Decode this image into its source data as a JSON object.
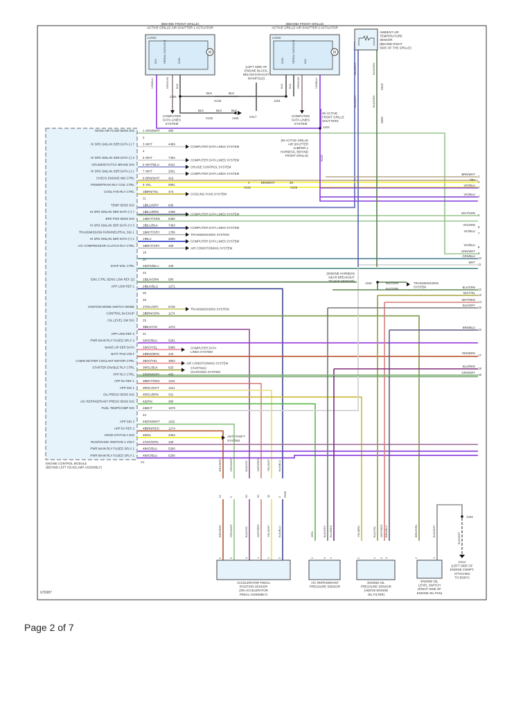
{
  "page": {
    "label": "Page 2 of 7",
    "figure_id": "676987"
  },
  "components": {
    "shutter1": {
      "location": "(BEHIND FRONT GRILLE)",
      "title": "ACTIVE GRILLE AIR SHUTTER 1 ACTUATOR",
      "logic": "LOGIC",
      "pins": [
        "IGN",
        "SERIAL DATA BUS",
        "GND"
      ],
      "motor": "M"
    },
    "shutter2": {
      "location": "(BEHIND FRONT GRILLE)",
      "title": "ACTIVE GRILLE AIR SHUTTER 2 ACTUATOR",
      "logic": "LOGIC",
      "pins": [
        "GND",
        "SERIAL DATA BUS",
        "IGN"
      ],
      "motor": "M"
    },
    "ambient": {
      "lines": [
        "AMBIENT AIR",
        "TEMPERATURE",
        "SENSOR",
        "(BEHIND RIGHT",
        "SIDE OF THE GRILLE)"
      ]
    },
    "ground_note": {
      "lines": [
        "(LEFT SIDE OF",
        "ENGINE BLOCK,",
        "BELOW EXHAUST",
        "MANIFOLD)"
      ]
    },
    "jumper_note": {
      "lines": [
        "(IN ACTIVE GRILLE",
        "AIR SHUTTER",
        "JUMPER 1",
        "HARNESS, BEHIND",
        "FRONT GRILLE)"
      ]
    },
    "shutters_note": {
      "lines": [
        "W/ ACTIVE",
        "FRONT GRILLE",
        "SHUTTERS"
      ]
    },
    "map_note": {
      "lines": [
        "(ENGINE HARNESS",
        "NEAR BREAKOUT",
        "TO MAP SENSOR)"
      ]
    },
    "ecm": {
      "lines": [
        "ENGINE CONTROL MODULE",
        "(BEHIND LEFT HEADLAMP ASSEMBLY)"
      ],
      "connector": "X1"
    },
    "app_sensor": {
      "lines": [
        "ACCELERATOR PEDAL",
        "POSITION SENSOR",
        "(ON ACCELERATOR",
        "PEDAL ASSEMBLY)"
      ]
    },
    "ac_sensor": {
      "lines": [
        "A/C REFRIGERANT",
        "PRESSURE SENSOR"
      ]
    },
    "oil_sensor": {
      "lines": [
        "ENGINE OIL",
        "PRESSURE SENSOR",
        "(ABOVE ENGINE",
        "OIL FILTER)"
      ]
    },
    "oil_switch": {
      "lines": [
        "ENGINE OIL",
        "LEVEL SWITCH",
        "(RIGHT SIDE OF",
        "ENGINE OIL PAN)"
      ]
    },
    "g114": {
      "lines": [
        "G114",
        "(LEFT SIDE OF",
        "ENGINE COMPT,",
        "ATTACHED",
        "TO BODY)"
      ]
    }
  },
  "top_wiring": {
    "s1_wires": [
      {
        "pin": "1",
        "color": "VIO/BLU"
      },
      {
        "pin": "2",
        "color": "GRN/VIO"
      },
      {
        "pin": "3",
        "color": ""
      },
      {
        "pin": "4",
        "color": "BLK"
      }
    ],
    "s2_wires": [
      {
        "pin": "4",
        "color": "BLK"
      },
      {
        "pin": "3",
        "color": "BLK"
      },
      {
        "pin": "2",
        "color": "GRN/VIO"
      },
      {
        "pin": "1",
        "color": "VIO/BLU"
      }
    ],
    "computer_data": [
      "COMPUTER",
      "DATA LINES",
      "SYSTEM"
    ],
    "splices": {
      "j105": "J105",
      "j104": "J104",
      "j155": "J155",
      "j103": "J103",
      "j150": "J150",
      "j153": "J153",
      "g117": "G117"
    },
    "connectors": {
      "x133": "X133",
      "x132": "X132",
      "x115": "X115",
      "x225": "X225",
      "x610": "X610",
      "x600": "X600",
      "x132v": "X132"
    },
    "blk": "BLK",
    "x133_pin": "3",
    "x132_pin": "3",
    "ambient_wires": [
      {
        "color": "BLU/GRY",
        "pins": [
          "1",
          "17",
          "36",
          "26"
        ]
      },
      {
        "color": "BLK/GRN",
        "pins": [
          "2",
          "12",
          "34",
          "40"
        ]
      }
    ],
    "jumper_pin": "1",
    "jumper_color": "VIO/BLU",
    "brn_wht_run": {
      "color": "BRN/WHT",
      "x115_pin": "4",
      "x225_pin": "26"
    }
  },
  "ecm_pins": [
    {
      "pin": "1",
      "label": "MASS AIR FLOW SENS SIG",
      "color": "GRN/WHT",
      "circuit": "492",
      "dest": ""
    },
    {
      "pin": "2",
      "label": "",
      "color": "",
      "circuit": "",
      "dest": ""
    },
    {
      "pin": "3",
      "label": "HI SPD GMLAN SER DATA (-) 7",
      "color": "WHT",
      "circuit": "4499",
      "dest": "COMPUTER DATA LINES SYSTEM"
    },
    {
      "pin": "4",
      "label": "",
      "color": "",
      "circuit": "",
      "dest": ""
    },
    {
      "pin": "5",
      "label": "HI SPD GMLAN SER DATA (-) 3",
      "color": "WHT",
      "circuit": "7494",
      "dest": "COMPUTER DATA LINES SYSTEM"
    },
    {
      "pin": "6",
      "label": "CRUISE/ETC/TCC BRAKE SIG",
      "color": "WHT/BLU",
      "circuit": "6311",
      "dest": "CRUISE CONTROL SYSTEM"
    },
    {
      "pin": "7",
      "label": "HI SPD GMLAN SER DATA (-) 1",
      "color": "WHT",
      "circuit": "2501",
      "dest": "COMPUTER DATA LINES SYSTEM"
    },
    {
      "pin": "8",
      "label": "CHECK ENGINE IND CTRL",
      "color": "BRN/WHT",
      "circuit": "419",
      "dest": ""
    },
    {
      "pin": "9",
      "label": "POWERTRAIN RLY COIL CTRL",
      "color": "YEL",
      "circuit": "5991",
      "dest": ""
    },
    {
      "pin": "10",
      "label": "COOL FAN RLY CTRL",
      "color": "BRN/YEL",
      "circuit": "473",
      "dest": "COOLING FANS SYSTEM"
    },
    {
      "pin": "11",
      "label": "",
      "color": "",
      "circuit": "",
      "dest": ""
    },
    {
      "pin": "12",
      "label": "TEMP SENS SIG",
      "color": "BLU/GRY",
      "circuit": "636",
      "dest": ""
    },
    {
      "pin": "13",
      "label": "HI SPD GMLAN SER DATA (+) 7",
      "color": "BLU/BRN",
      "circuit": "4498",
      "dest": "COMPUTER DATA LINES SYSTEM"
    },
    {
      "pin": "14",
      "label": "BRK POS SENS SIG",
      "color": "WHT/GRN",
      "circuit": "5380",
      "dest": ""
    },
    {
      "pin": "15",
      "label": "HI SPD GMLAN SER DATA (+) 3",
      "color": "BLU/BLK",
      "circuit": "7493",
      "dest": "COMPUTER DATA LINES SYSTEM"
    },
    {
      "pin": "16",
      "label": "TRANSMISSION PARK/NEUTRAL SIG 1",
      "color": "WHT/GRY",
      "circuit": "1786",
      "dest": "TRANSMISSIONS SYSTEM"
    },
    {
      "pin": "17",
      "label": "HI SPD GMLAN SER DATA (+) 1",
      "color": "BLU",
      "circuit": "2500",
      "dest": "COMPUTER DATA LINES SYSTEM"
    },
    {
      "pin": "18",
      "label": "A/C COMPRESSOR CLUTCH RLY CTRL",
      "color": "WHT/GRY",
      "circuit": "459",
      "dest": "AIR CONDITIONING SYSTEM"
    },
    {
      "pin": "19",
      "label": "",
      "color": "",
      "circuit": "",
      "dest": ""
    },
    {
      "pin": "20",
      "label": "",
      "color": "",
      "circuit": "",
      "dest": ""
    },
    {
      "pin": "21",
      "label": "EVAP SOL CTRL",
      "color": "GRN/BLU",
      "circuit": "428",
      "dest": ""
    },
    {
      "pin": "22",
      "label": "",
      "color": "",
      "circuit": "",
      "dest": ""
    },
    {
      "pin": "23",
      "label": "ENG CTRL SENS LOW REF (2)",
      "color": "BLK/GRN",
      "circuit": "580",
      "dest": ""
    },
    {
      "pin": "24",
      "label": "APP LOW REF 1",
      "color": "BLK/BLU",
      "circuit": "1271",
      "dest": ""
    },
    {
      "pin": "25",
      "label": "",
      "color": "",
      "circuit": "",
      "dest": ""
    },
    {
      "pin": "26",
      "label": "",
      "color": "",
      "circuit": "",
      "dest": ""
    },
    {
      "pin": "27",
      "label": "IGNITION MODE SWITCH MODE",
      "color": "YEL/GRY",
      "circuit": "5726",
      "dest": "TRANSMISSIONS SYSTEM"
    },
    {
      "pin": "28",
      "label": "CONTROL BACKUP",
      "color": "BRN/GRN",
      "circuit": "1174",
      "dest": ""
    },
    {
      "pin": "29",
      "label": "OIL LEVEL SW SIG",
      "color": "",
      "circuit": "",
      "dest": ""
    },
    {
      "pin": "30",
      "label": "",
      "color": "BLK/VIO",
      "circuit": "1272",
      "dest": ""
    },
    {
      "pin": "31",
      "label": "APP LOW REF 2",
      "color": "",
      "circuit": "",
      "dest": ""
    },
    {
      "pin": "32",
      "label": "PWR MAIN RLY FUSED SPLY 2",
      "color": "VIO/BLU",
      "circuit": "5291",
      "dest": ""
    },
    {
      "pin": "33",
      "label": "WAKE-UP SER DATA",
      "color": "VIO/YEL",
      "circuit": "5985",
      "dest": "COMPUTER DATA LINES SYSTEM"
    },
    {
      "pin": "34",
      "label": "BATT POS VOLT",
      "color": "RED/BRN",
      "circuit": "440",
      "dest": ""
    },
    {
      "pin": "35",
      "label": "CABIN HEATER COOLANT MOTOR CTRL",
      "color": "VIO/YEL",
      "circuit": "3854",
      "dest": "AIR CONDITIONING SYSTEM"
    },
    {
      "pin": "36",
      "label": "STARTER ENABLE RLY CTRL",
      "color": "YEL/BLK",
      "circuit": "625",
      "dest": "STARTING/ CHARGING SYSTEM"
    },
    {
      "pin": "37",
      "label": "FPP RLY CTRL",
      "color": "GRN/GRY",
      "circuit": "465",
      "dest": ""
    },
    {
      "pin": "38",
      "label": "APP 5V REF 1",
      "color": "WHT/RED",
      "circuit": "1164",
      "dest": ""
    },
    {
      "pin": "39",
      "label": "APP SIG 1",
      "color": "YEL/WHT",
      "circuit": "1161",
      "dest": ""
    },
    {
      "pin": "40",
      "label": "OIL PRESS SENS SIG",
      "color": "YEL/BRN",
      "circuit": "331",
      "dest": ""
    },
    {
      "pin": "41",
      "label": "A/C REFRIGERANT PRESS SENS SIG",
      "color": "GRN",
      "circuit": "380",
      "dest": ""
    },
    {
      "pin": "42",
      "label": "FUEL TEMP/COMP SIG",
      "color": "WHT",
      "circuit": "1579",
      "dest": ""
    },
    {
      "pin": "43",
      "label": "",
      "color": "",
      "circuit": "",
      "dest": ""
    },
    {
      "pin": "44",
      "label": "APP SIG 2",
      "color": "GRN/WHT",
      "circuit": "1162",
      "dest": ""
    },
    {
      "pin": "45",
      "label": "APP 5V REF 2",
      "color": "BRN/RED",
      "circuit": "1274",
      "dest": ""
    },
    {
      "pin": "46",
      "label": "HOOD STATUS A SIG",
      "color": "YEL",
      "circuit": "4053",
      "dest": "ANTI-THEFT SYSTEM"
    },
    {
      "pin": "47",
      "label": "RUN/CRANK IGNITION 1 VOLT",
      "color": "VIO/GRN",
      "circuit": "439",
      "dest": ""
    },
    {
      "pin": "48",
      "label": "PWR MAIN RLY FUSED SPLY 1",
      "color": "VIO/BLU",
      "circuit": "5290",
      "dest": ""
    },
    {
      "pin": "49",
      "label": "PWR MAIN RLY FUSED SPLY 1",
      "color": "VIO/BLU",
      "circuit": "5290",
      "dest": ""
    }
  ],
  "right_exits": [
    {
      "n": "1",
      "color": "BRN/WHT"
    },
    {
      "n": "2",
      "color": "YEL"
    },
    {
      "n": "3",
      "color": "VIO/BLU"
    },
    {
      "n": "4",
      "color": "VIO/BLU"
    },
    {
      "n": "5",
      "color": "WHT/GRN"
    },
    {
      "n": "6",
      "color": "VIO/GRN"
    },
    {
      "n": "7",
      "color": "VIO/BLU"
    },
    {
      "n": "8",
      "color": "VIO/BLU"
    },
    {
      "n": "9",
      "color": "GRN/WHT"
    },
    {
      "n": "10",
      "color": "GRN/BLU"
    },
    {
      "n": "11",
      "color": "WHT"
    },
    {
      "n": "12",
      "color": "BLK/GRN"
    },
    {
      "n": "13",
      "color": "BLK/YEL"
    },
    {
      "n": "14",
      "color": "WHT/RED"
    },
    {
      "n": "15",
      "color": "BLK/GRY"
    },
    {
      "n": "16",
      "color": "BRN/BLU"
    },
    {
      "n": "17",
      "color": "RED/BRN"
    },
    {
      "n": "18",
      "color": "BLU/RED"
    },
    {
      "n": "19",
      "color": "GRN/GRY"
    }
  ],
  "j150": {
    "label": "J150",
    "wire1": "BLK/GRN",
    "wire2": "BLK/GRN",
    "dest": "TRANSMISSIONS SYSTEM"
  },
  "x115_bottom": {
    "label": "X115",
    "wires": [
      {
        "pin": "51",
        "color": "BRN/RED"
      },
      {
        "pin": "5",
        "color": "GRN/WHT"
      },
      {
        "pin": "60",
        "color": "BLK/VIO"
      },
      {
        "pin": "50",
        "color": "WHT/RED"
      },
      {
        "pin": "49",
        "color": "YEL/WHT"
      },
      {
        "pin": "3",
        "color": "BLK/BLU"
      }
    ]
  },
  "app_pins": [
    {
      "pin": "6",
      "color": "BRN/RED"
    },
    {
      "pin": "5",
      "color": "GRN/WHT"
    },
    {
      "pin": "4",
      "color": "BLK/VIO"
    },
    {
      "pin": "1",
      "color": "WHT/RED"
    },
    {
      "pin": "2",
      "color": "YEL/WHT"
    },
    {
      "pin": "3",
      "color": "BLK/BLU"
    }
  ],
  "ac_pins": [
    {
      "pin": "2",
      "color": "GRN"
    },
    {
      "pin": "3",
      "color": "BLK/GRY"
    },
    {
      "pin": "1",
      "color": "BLU/RED"
    }
  ],
  "oil_pins": [
    {
      "pin": "2",
      "color": "YEL/BRN"
    },
    {
      "pin": "1",
      "color": "BLK/YEL"
    },
    {
      "pin": "3",
      "color": "WHT/RED"
    },
    {
      "pin": "4",
      "color": "BRN/BLU"
    }
  ],
  "switch_pins": [
    {
      "pin": "2",
      "color": "BRN/GRN"
    },
    {
      "pin": "1",
      "color": "BLK/WHT"
    }
  ],
  "g114_wire": "BLK/WHT",
  "wire_colors": {
    "GRN": "#5cb84a",
    "VIO": "#e23ce6",
    "BLU": "#2233cc",
    "YEL": "#f5ee20",
    "BRN": "#9b7d3c",
    "RED": "#d8261c",
    "WHT": "#cfcfcf",
    "BLK": "#555555",
    "GRY": "#999999"
  }
}
